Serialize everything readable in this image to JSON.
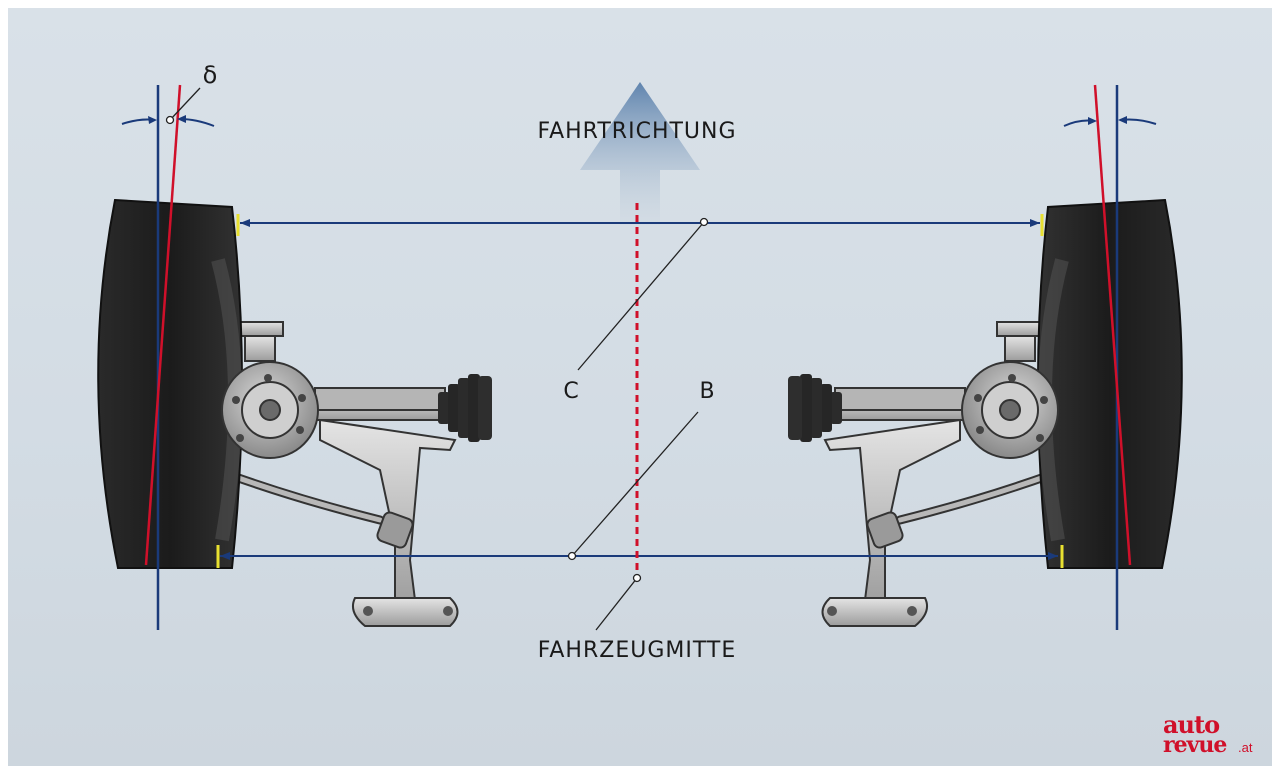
{
  "diagram": {
    "direction_label": "FAHRTRICHTUNG",
    "center_label": "FAHRZEUGMITTE",
    "label_b": "B",
    "label_c": "C",
    "angle_symbol": "δ"
  },
  "logo": {
    "line1": "auto",
    "line2": "revue",
    "suffix": ".at"
  },
  "colors": {
    "background": "#d6dee6",
    "wheel_line_blue": "#1a3a7a",
    "toe_line_red": "#d0102a",
    "center_line_red": "#d0102a",
    "tire": "#1f1f1f",
    "arrow": "#6e8fb5",
    "marker_yellow": "#e8e030"
  },
  "icons": {
    "direction": "up-arrow-icon",
    "tire": "tire-icon",
    "hub": "wheel-hub-icon"
  }
}
